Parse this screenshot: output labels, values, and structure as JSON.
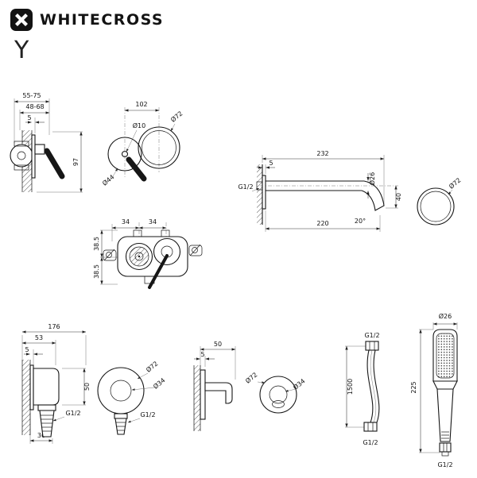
{
  "brand": {
    "logo_text": "WHITECROSS",
    "series": "Y"
  },
  "mixer_side": {
    "depth_max": "55-75",
    "depth_min": "48-68",
    "plate": "5",
    "height": "97"
  },
  "trim_front": {
    "spacing": "102",
    "stem": "Ø10",
    "handle": "Ø44",
    "plate": "Ø72"
  },
  "spout_side": {
    "total": "232",
    "plate": "5",
    "tube": "Ø26",
    "thread": "G1/2",
    "drop": "40",
    "reach": "220",
    "angle": "20°"
  },
  "escutcheon_front": {
    "plate": "Ø72"
  },
  "rough_in": {
    "span_left": "34",
    "span_right": "34",
    "half_top": "38.5",
    "half_bottom": "38.5"
  },
  "outlet_side": {
    "total": "176",
    "depth": "53",
    "plate": "5",
    "height": "50",
    "width": "36",
    "thread": "G1/2"
  },
  "outlet_front": {
    "plate": "Ø72",
    "inner": "Ø34",
    "thread": "G1/2"
  },
  "holder_side": {
    "depth": "50",
    "plate": "5"
  },
  "holder_front": {
    "plate": "Ø72",
    "inner": "Ø34"
  },
  "hose": {
    "thread_top": "G1/2",
    "length": "1500",
    "thread_bottom": "G1/2"
  },
  "handshower": {
    "head": "Ø26",
    "length": "225",
    "thread": "G1/2"
  }
}
